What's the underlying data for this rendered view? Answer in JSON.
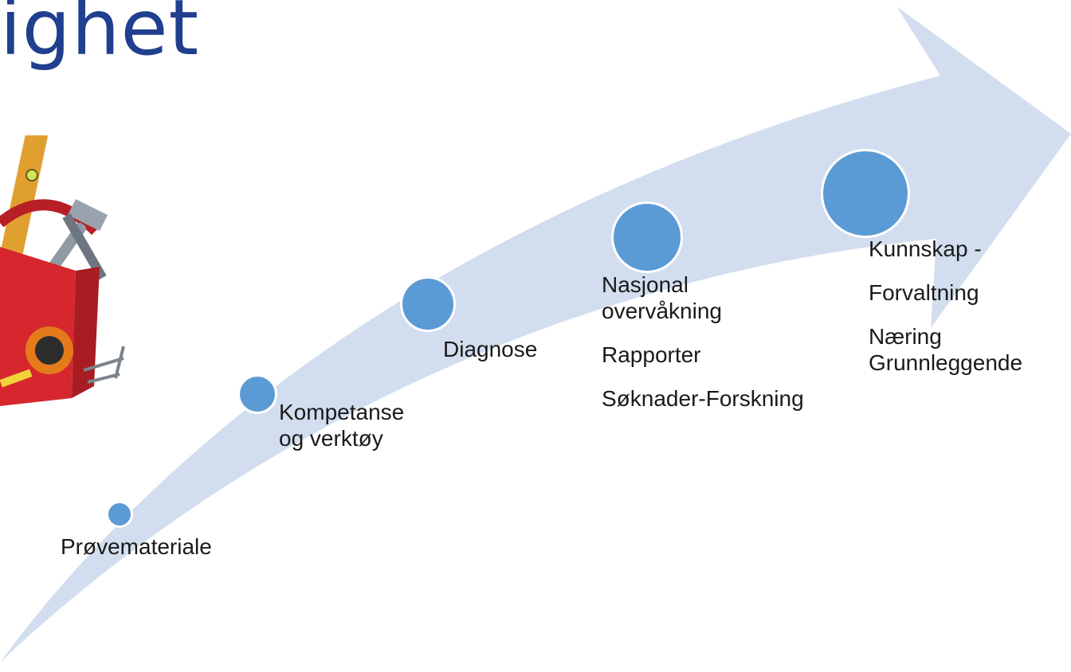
{
  "title": "ighet",
  "stages": [
    {
      "lines": [
        "Prøvemateriale"
      ]
    },
    {
      "lines": [
        "Kompetanse",
        "og verktøy"
      ]
    },
    {
      "lines": [
        "Diagnose"
      ]
    },
    {
      "lines": [
        "Nasjonal",
        "overvåkning",
        "Rapporter",
        "Søknader-Forskning"
      ]
    },
    {
      "lines": [
        "Kunnskap -",
        "Forvaltning",
        "Næring",
        "Grunnleggende"
      ]
    }
  ],
  "colors": {
    "title": "#203f8f",
    "arrow": "#d2deef",
    "dot": "#5b9bd5",
    "toolbox": "#d6272e"
  },
  "icons": [
    "toolbox-icon"
  ]
}
